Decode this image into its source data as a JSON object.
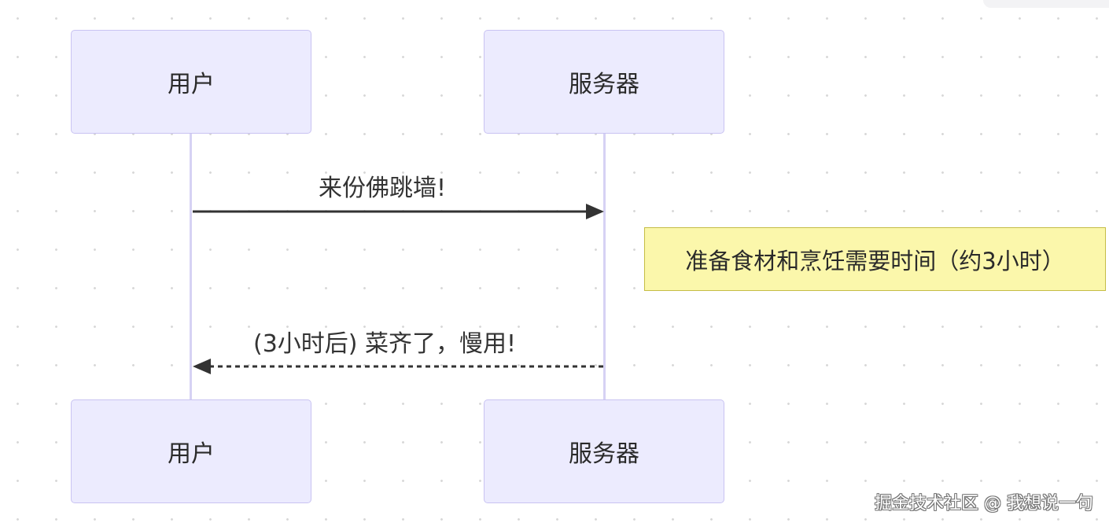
{
  "diagram": {
    "participants": [
      {
        "id": "user",
        "label": "用户"
      },
      {
        "id": "server",
        "label": "服务器"
      }
    ],
    "messages": [
      {
        "from": "user",
        "to": "server",
        "text": "来份佛跳墙!",
        "style": "solid"
      },
      {
        "from": "server",
        "to": "user",
        "text": "(3小时后) 菜齐了，慢用!",
        "style": "dashed"
      }
    ],
    "note": {
      "over": "server",
      "text": "准备食材和烹饪需要时间（约3小时）"
    }
  },
  "watermark": "掘金技术社区 @ 我想说一句",
  "colors": {
    "actor_fill": "#ecebfe",
    "actor_border": "#c9c3f2",
    "lifeline": "#d6d2f4",
    "arrow": "#333333",
    "note_fill": "#fbf7ab",
    "note_border": "#c5bd46"
  }
}
